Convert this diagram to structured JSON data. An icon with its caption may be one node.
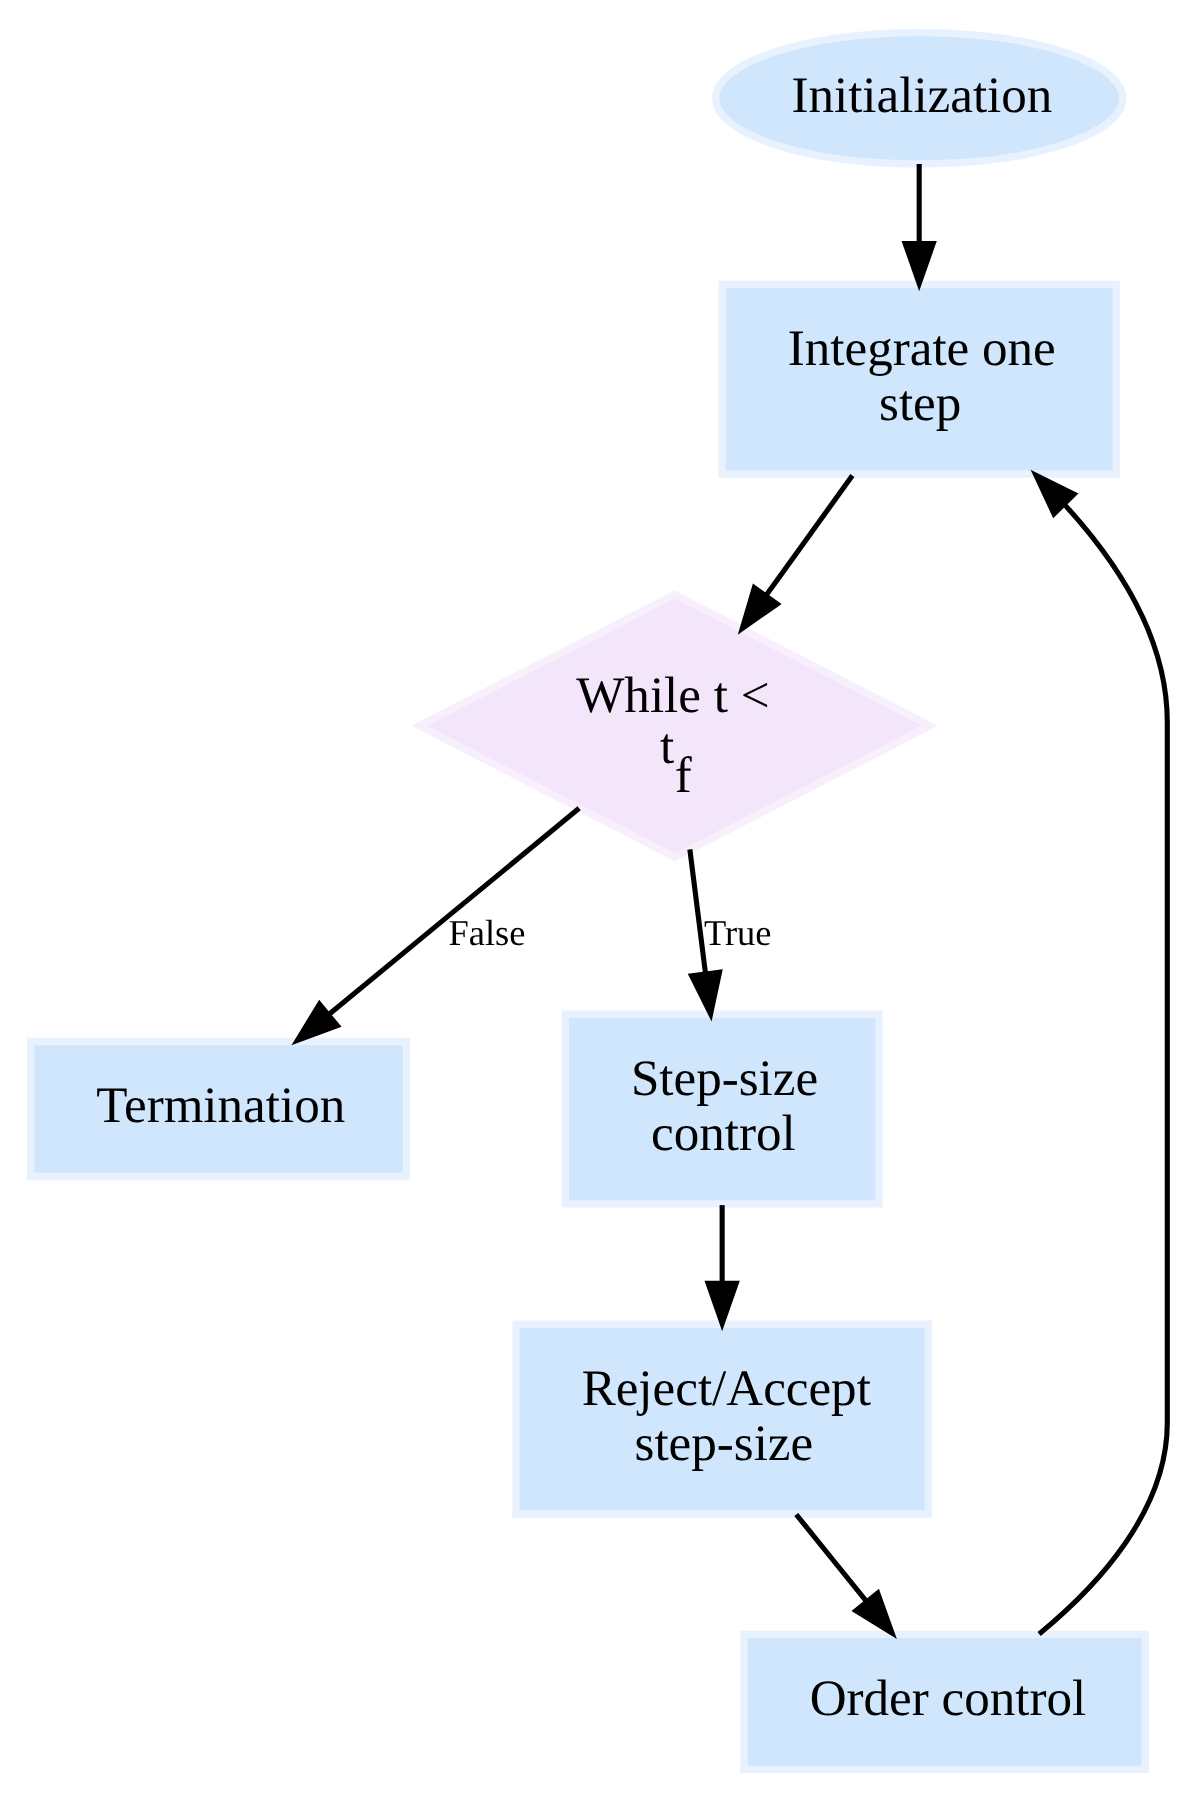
{
  "diagram": {
    "nodes": [
      {
        "text": [
          "Initialization"
        ]
      },
      {
        "text": [
          "Integrate one step"
        ]
      },
      {
        "text": [
          "While t < t$_{f}$"
        ]
      },
      {
        "text": [
          "Termination"
        ]
      },
      {
        "text": [
          "Step-size control"
        ]
      },
      {
        "text": [
          "Reject/Accept step-size"
        ]
      },
      {
        "text": [
          "Order control"
        ]
      }
    ],
    "edges": [
      {
        "from": 0,
        "to": 1,
        "arrow": "to"
      },
      {
        "from": 1,
        "to": 2,
        "arrow": "to"
      },
      {
        "from": 2,
        "to": 3,
        "arrow": "to",
        "label": "False"
      },
      {
        "from": 2,
        "to": 4,
        "arrow": "to",
        "label": "True"
      },
      {
        "from": 4,
        "to": 5,
        "arrow": "to"
      },
      {
        "from": 5,
        "to": 6,
        "arrow": "to"
      },
      {
        "from": 6,
        "to": 1,
        "arrow": "to"
      }
    ]
  }
}
